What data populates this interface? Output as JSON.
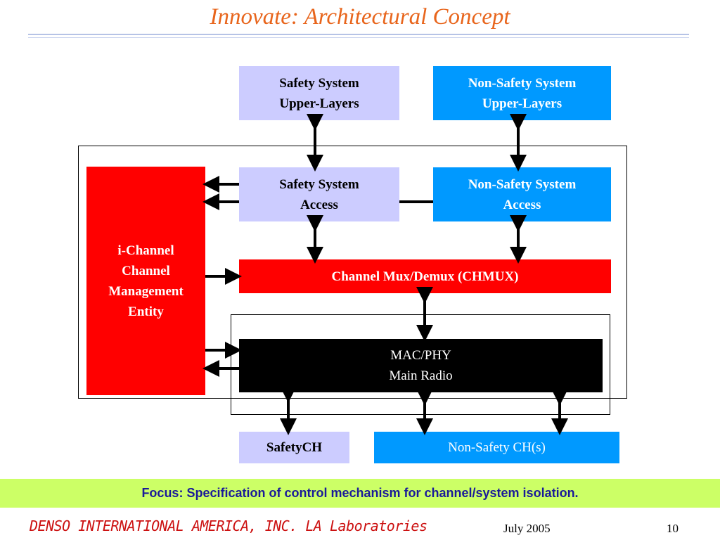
{
  "slide": {
    "title": "Innovate: Architectural Concept",
    "focus": "Focus: Specification of control mechanism for channel/system isolation.",
    "footer_company": "DENSO INTERNATIONAL AMERICA, INC. LA Laboratories",
    "footer_date": "July 2005",
    "page_number": "10"
  },
  "diagram": {
    "safety_upper": "Safety System\nUpper-Layers",
    "nonsafety_upper": "Non-Safety System\nUpper-Layers",
    "safety_access": "Safety System\nAccess",
    "nonsafety_access": "Non-Safety System\nAccess",
    "chmux": "Channel Mux/Demux (CHMUX)",
    "mac_phy": "MAC/PHY\nMain Radio",
    "icme": "i-Channel\nChannel\nManagement\nEntity",
    "safety_ch": "SafetyCH",
    "nonsafety_ch": "Non-Safety CH(s)"
  },
  "colors": {
    "title": "#e8651c",
    "lavender": "#ccccff",
    "blue": "#0099ff",
    "red": "#ff0000",
    "focus_band": "#ccff66",
    "focus_text": "#1a1a99",
    "footer_company": "#cc1111"
  }
}
